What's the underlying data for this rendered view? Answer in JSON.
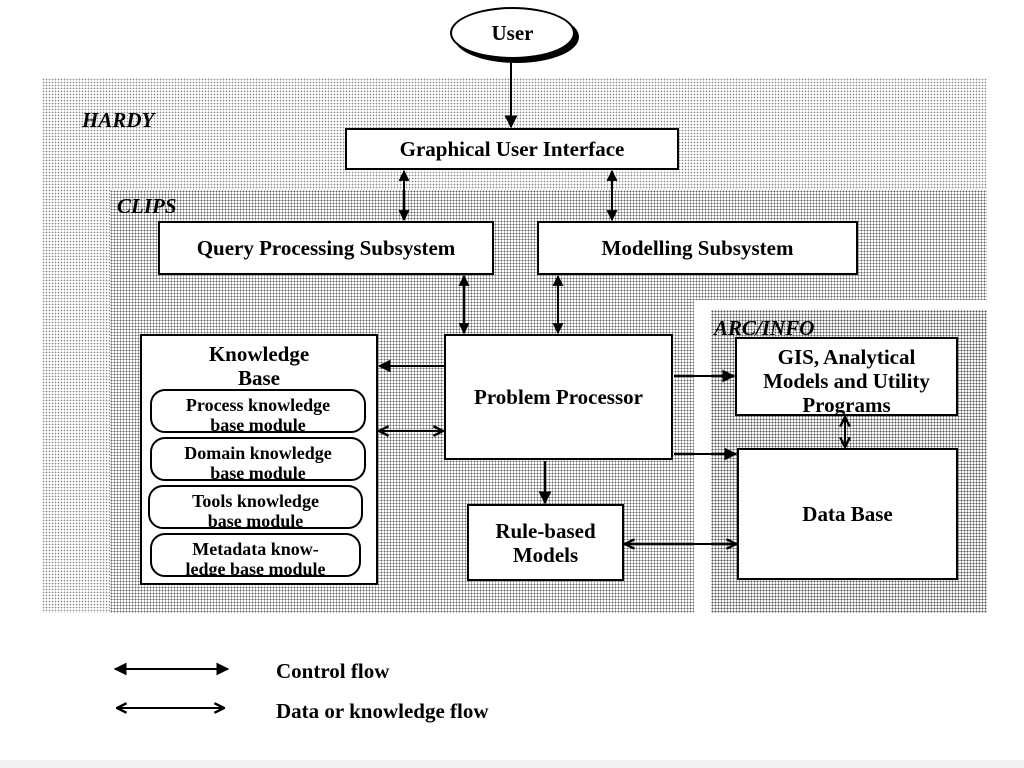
{
  "user": "User",
  "regions": {
    "hardy": "HARDY",
    "clips": "CLIPS",
    "arcinfo": "ARC/INFO"
  },
  "boxes": {
    "gui": "Graphical User Interface",
    "query": "Query Processing Subsystem",
    "modelling": "Modelling Subsystem",
    "problem_processor": "Problem Processor",
    "rule_based": [
      "Rule-based",
      "Models"
    ],
    "gis": [
      "GIS, Analytical",
      "Models and Utility",
      "Programs"
    ],
    "database": "Data Base"
  },
  "knowledge_base": {
    "title": [
      "Knowledge",
      "Base"
    ],
    "modules": [
      [
        "Process knowledge",
        "base module"
      ],
      [
        "Domain knowledge",
        "base  module"
      ],
      [
        "Tools knowledge",
        "base module"
      ],
      [
        "Metadata know-",
        "ledge base module"
      ]
    ]
  },
  "legend": {
    "control": "Control flow",
    "data": "Data or knowledge flow"
  }
}
